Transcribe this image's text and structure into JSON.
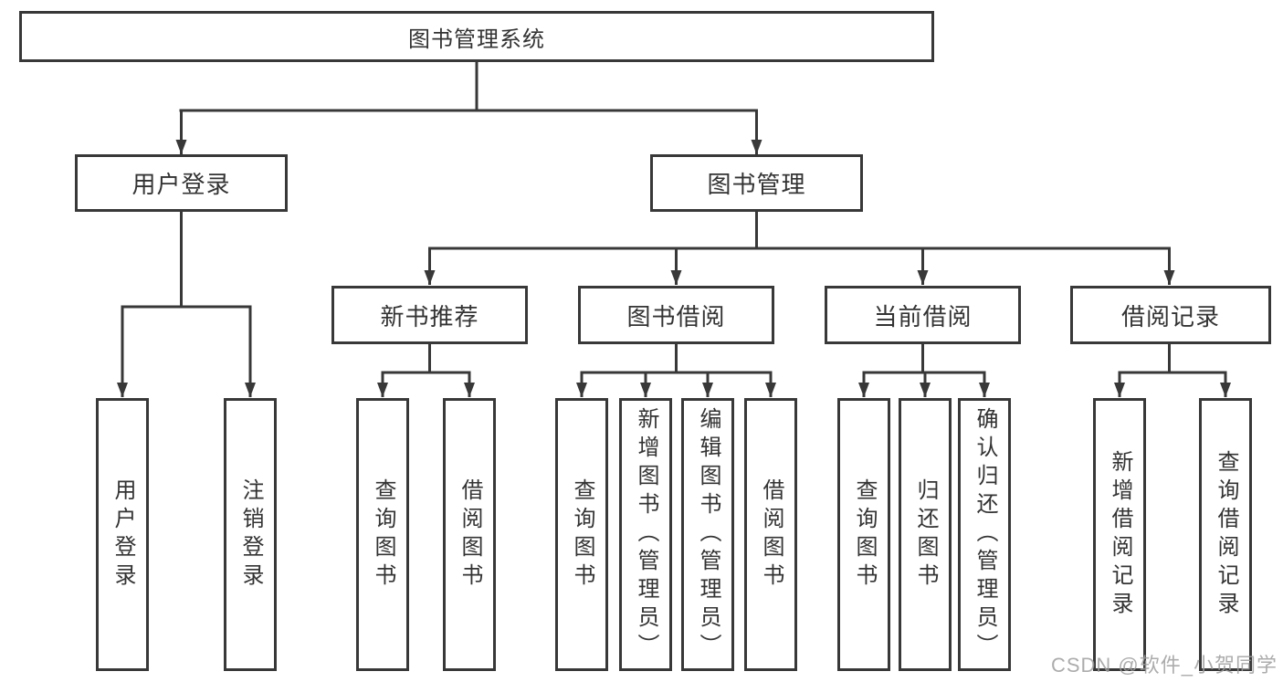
{
  "diagram": {
    "type": "hierarchy-structure-chart",
    "tree": {
      "label": "图书管理系统",
      "children": [
        {
          "label": "用户登录",
          "children": [
            {
              "label": "用户登录"
            },
            {
              "label": "注销登录"
            }
          ]
        },
        {
          "label": "图书管理",
          "children": [
            {
              "label": "新书推荐",
              "children": [
                {
                  "label": "查询图书"
                },
                {
                  "label": "借阅图书"
                }
              ]
            },
            {
              "label": "图书借阅",
              "children": [
                {
                  "label": "查询图书"
                },
                {
                  "label": "新增图书（管理员）"
                },
                {
                  "label": "编辑图书（管理员）"
                },
                {
                  "label": "借阅图书"
                }
              ]
            },
            {
              "label": "当前借阅",
              "children": [
                {
                  "label": "查询图书"
                },
                {
                  "label": "归还图书"
                },
                {
                  "label": "确认归还（管理员）"
                }
              ]
            },
            {
              "label": "借阅记录",
              "children": [
                {
                  "label": "新增借阅记录"
                },
                {
                  "label": "查询借阅记录"
                }
              ]
            }
          ]
        }
      ]
    },
    "colors": {
      "line": "#383838",
      "box_border": "#383838",
      "box_fill": "#ffffff",
      "text": "#333333",
      "watermark_text": "#9e9e9e",
      "background": "#ffffff"
    }
  },
  "watermark": "CSDN @软件_小贺同学"
}
